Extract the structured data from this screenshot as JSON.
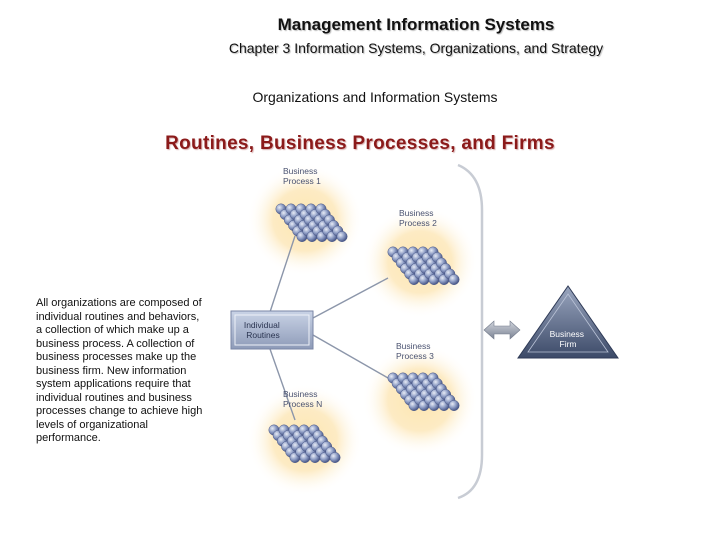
{
  "header": {
    "title": "Management Information Systems",
    "chapter": "Chapter 3 Information Systems, Organizations, and Strategy"
  },
  "section_title": "Organizations and Information Systems",
  "slide_title": "Routines, Business Processes, and Firms",
  "body_text": "All organizations are composed of individual routines and behaviors, a collection of which make up a business process. A collection of business processes make up the business firm. New information system applications require that individual routines and business processes change to achieve high levels of organizational performance.",
  "diagram": {
    "center_box": {
      "line1": "Individual",
      "line2": "Routines"
    },
    "processes": [
      {
        "line1": "Business",
        "line2": "Process 1"
      },
      {
        "line1": "Business",
        "line2": "Process 2"
      },
      {
        "line1": "Business",
        "line2": "Process 3"
      },
      {
        "line1": "Business",
        "line2": "Process N"
      }
    ],
    "firm": {
      "line1": "Business",
      "line2": "Firm"
    }
  }
}
